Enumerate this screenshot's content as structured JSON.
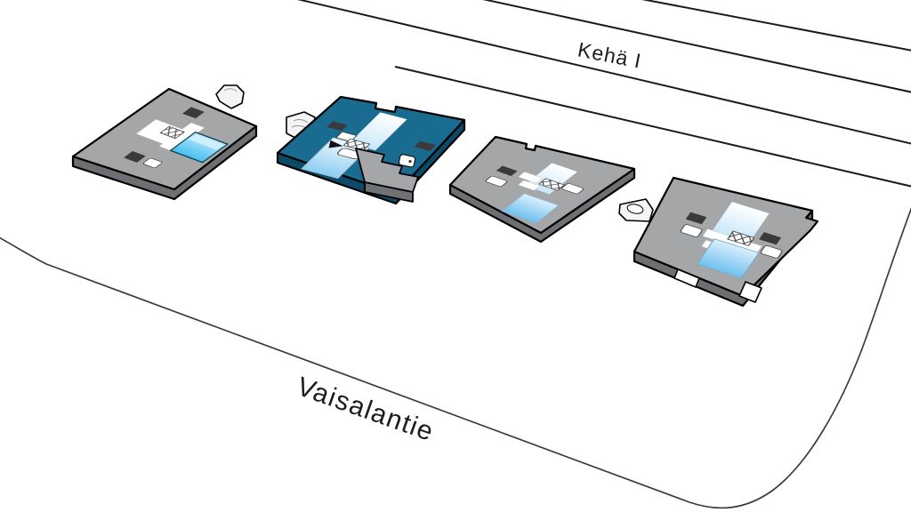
{
  "map": {
    "background_color": "#ffffff",
    "roads": {
      "keha": {
        "label": "Kehä I"
      },
      "vaisalantie": {
        "label": "Vaisalantie"
      }
    },
    "buildings": [
      {
        "id": "building-1",
        "state": "default"
      },
      {
        "id": "building-2",
        "state": "highlighted"
      },
      {
        "id": "building-3",
        "state": "default"
      },
      {
        "id": "building-4",
        "state": "default"
      }
    ],
    "colors": {
      "building_default_top": "#a5a6a8",
      "building_default_side": "#6e6f72",
      "building_highlight_top": "#1a6b90",
      "building_highlight_side": "#0c4a67",
      "glass_cyan": "#45c0f0",
      "glass_light_blue": "#8ccdf2",
      "core_dark": "#3a3a3c",
      "outline": "#000000",
      "road_line": "#1b1b1b",
      "label_text": "#1c1c1c"
    }
  }
}
